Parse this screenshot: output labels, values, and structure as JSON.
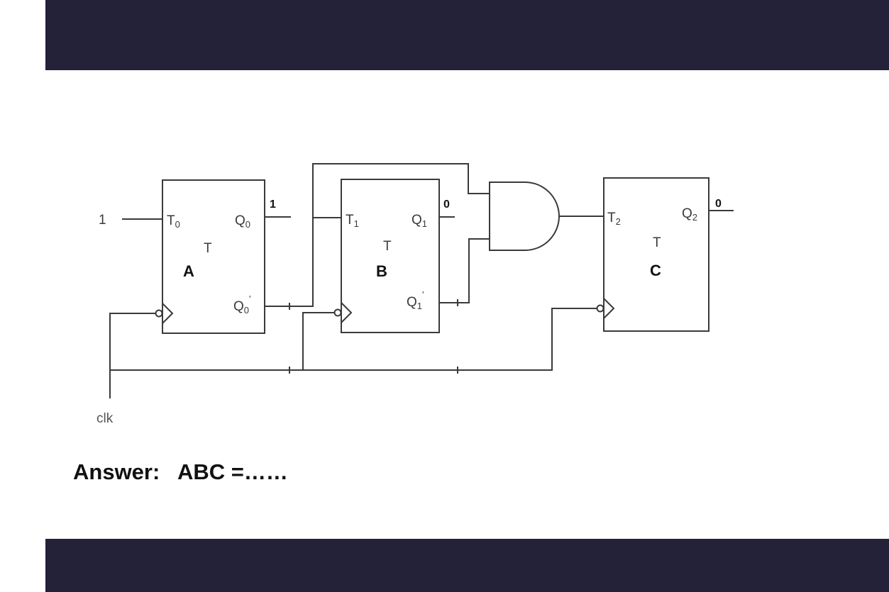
{
  "diagram": {
    "input_value": "1",
    "clock_label": "clk",
    "flipflops": [
      {
        "name": "A",
        "type": "T",
        "t_input": "T",
        "t_sub": "0",
        "q_output": "Q",
        "q_sub": "0",
        "qbar_output": "Q",
        "qbar_sub": "0",
        "qbar_mark": "'",
        "q_value": "1"
      },
      {
        "name": "B",
        "type": "T",
        "t_input": "T",
        "t_sub": "1",
        "q_output": "Q",
        "q_sub": "1",
        "qbar_output": "Q",
        "qbar_sub": "1",
        "qbar_mark": "'",
        "q_value": "0"
      },
      {
        "name": "C",
        "type": "T",
        "t_input": "T",
        "t_sub": "2",
        "q_output": "Q",
        "q_sub": "2",
        "q_value": "0"
      }
    ]
  },
  "answer": {
    "text": "Answer:   ABC =……"
  },
  "colors": {
    "band": "#232239",
    "line": "#3a3a3a",
    "background": "#ffffff"
  }
}
